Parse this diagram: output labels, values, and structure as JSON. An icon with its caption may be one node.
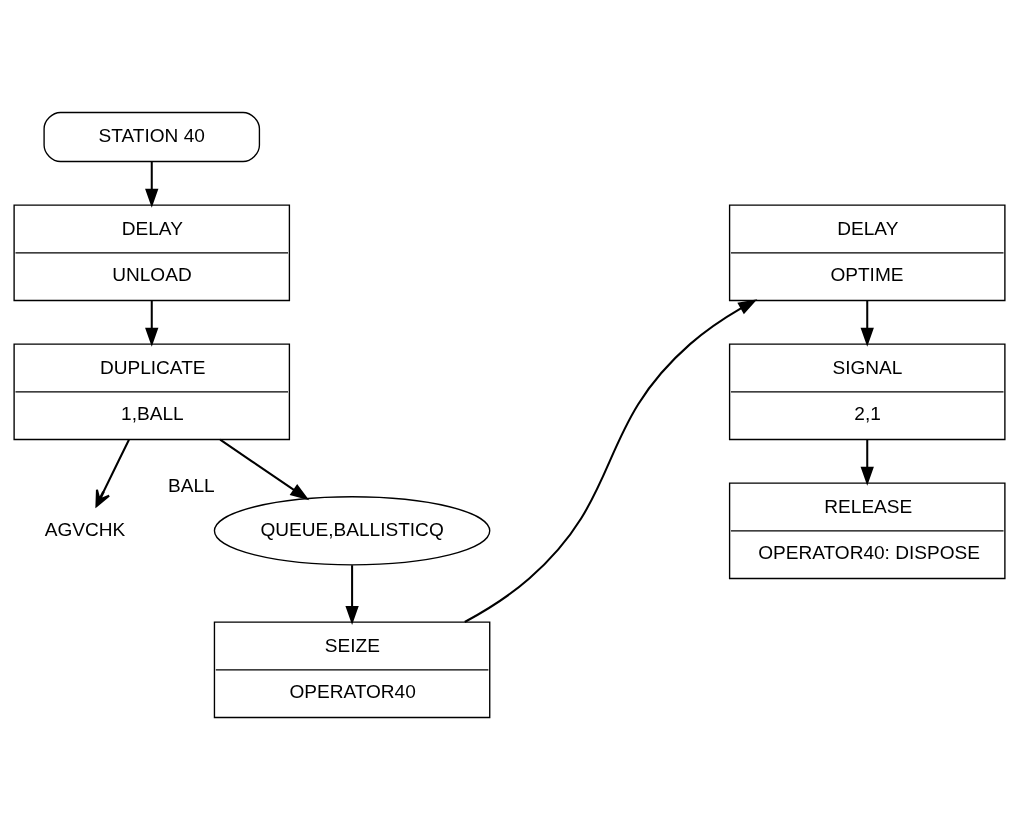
{
  "diagram": {
    "nodes": [
      {
        "text": [
          "STATION 40"
        ]
      },
      {
        "text": [
          "DELAY",
          "UNLOAD"
        ]
      },
      {
        "text": [
          "DUPLICATE",
          "1,BALL"
        ]
      },
      {
        "text": [
          "AGVCHK"
        ]
      },
      {
        "text": [
          "QUEUE,BALLISTICQ"
        ],
        "beside": [
          "BALL"
        ]
      },
      {
        "text": [
          "SEIZE",
          "OPERATOR40"
        ]
      },
      {
        "text": [
          "DELAY",
          "OPTIME"
        ]
      },
      {
        "text": [
          "SIGNAL",
          "2,1"
        ]
      },
      {
        "text": [
          "RELEASE",
          "OPERATOR40: DISPOSE"
        ]
      }
    ],
    "edges": [
      {
        "from": 0,
        "to": 1,
        "arrow": "to"
      },
      {
        "from": 1,
        "to": 2,
        "arrow": "to"
      },
      {
        "from": 2,
        "to": 3,
        "arrow": "to"
      },
      {
        "from": 2,
        "to": 4,
        "arrow": "to"
      },
      {
        "from": 4,
        "to": 5,
        "arrow": "to"
      },
      {
        "from": 5,
        "to": 6,
        "arrow": "to"
      },
      {
        "from": 6,
        "to": 7,
        "arrow": "to"
      },
      {
        "from": 7,
        "to": 8,
        "arrow": "to"
      }
    ]
  }
}
